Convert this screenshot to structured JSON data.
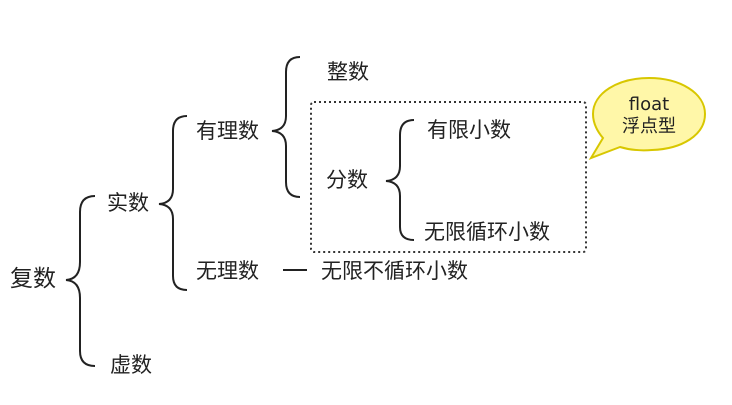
{
  "tree": {
    "root": "复数",
    "real": "实数",
    "imaginary": "虚数",
    "rational": "有理数",
    "irrational": "无理数",
    "integer": "整数",
    "fraction": "分数",
    "finite_decimal": "有限小数",
    "repeating_decimal": "无限循环小数",
    "nonrepeating_decimal": "无限不循环小数"
  },
  "callout": {
    "line1": "float",
    "line2": "浮点型",
    "fill_color": "#fff7a8",
    "stroke_color": "#d8c700"
  },
  "colors": {
    "line": "#222222",
    "dotted_box": "#333333"
  }
}
